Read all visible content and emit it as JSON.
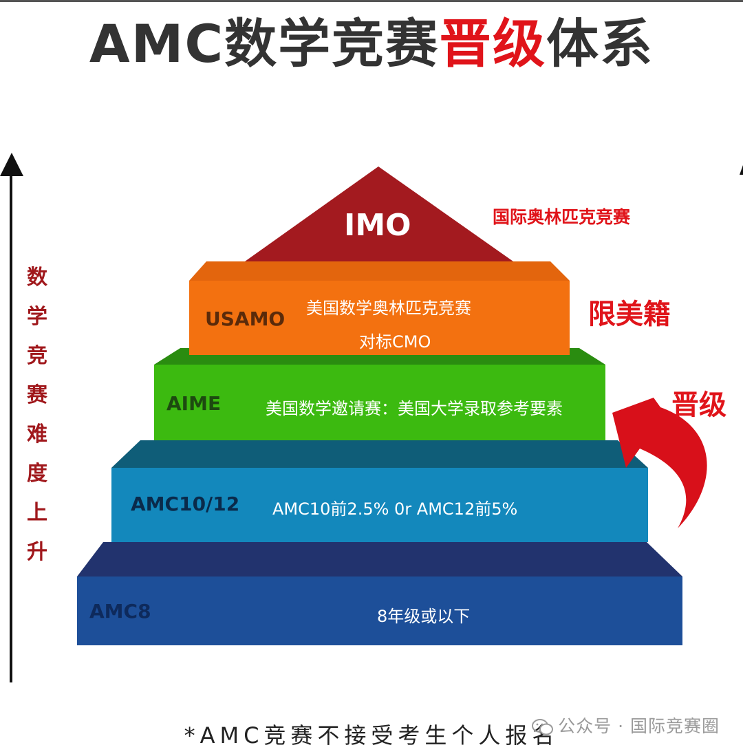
{
  "title": {
    "part1": "AMC数学竞赛",
    "part2": "晋级",
    "part3": "体系"
  },
  "axis_label": [
    "数",
    "学",
    "竞",
    "赛",
    "难",
    "度",
    "上",
    "升"
  ],
  "tiers": [
    {
      "name": "IMO",
      "desc": ""
    },
    {
      "name": "USAMO",
      "desc_line1": "美国数学奥林匹克竞赛",
      "desc_line2": "对标CMO"
    },
    {
      "name": "AIME",
      "desc": "美国数学邀请赛：美国大学录取参考要素"
    },
    {
      "name": "AMC10/12",
      "desc": "AMC10前2.5% 0r AMC12前5%"
    },
    {
      "name": "AMC8",
      "desc": "8年级或以下"
    }
  ],
  "side_labels": {
    "imo": "国际奥林匹克竞赛",
    "usamo": "限美籍",
    "promote": "晋级"
  },
  "colors": {
    "imo": "#a31a1f",
    "usamo": "#f37110",
    "aime": "#3cba10",
    "amc1012": "#1388bc",
    "amc8": "#1d4f99",
    "accent": "#e0141a"
  },
  "footer": "*AMC竞赛不接受考生个人报名",
  "watermark": "公众号 · 国际竞赛圈"
}
